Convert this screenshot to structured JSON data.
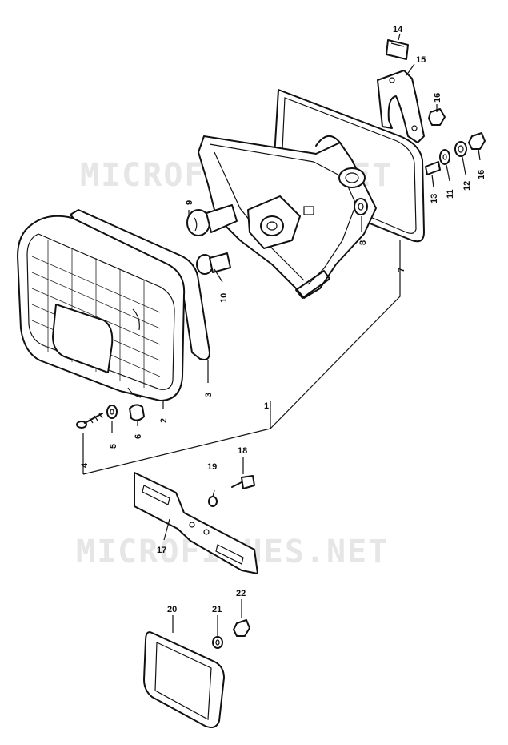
{
  "watermarks": [
    "MICROFICHES.NET",
    "MICROFICHES.NET"
  ],
  "labels": {
    "p1": "1",
    "p2": "2",
    "p3": "3",
    "p4": "4",
    "p5": "5",
    "p6": "6",
    "p7": "7",
    "p8": "8",
    "p9": "9",
    "p10": "10",
    "p11": "11",
    "p12": "12",
    "p13": "13",
    "p14": "14",
    "p15": "15",
    "p16a": "16",
    "p16b": "16",
    "p17": "17",
    "p18": "18",
    "p19": "19",
    "p20": "20",
    "p21": "21",
    "p22": "22"
  }
}
